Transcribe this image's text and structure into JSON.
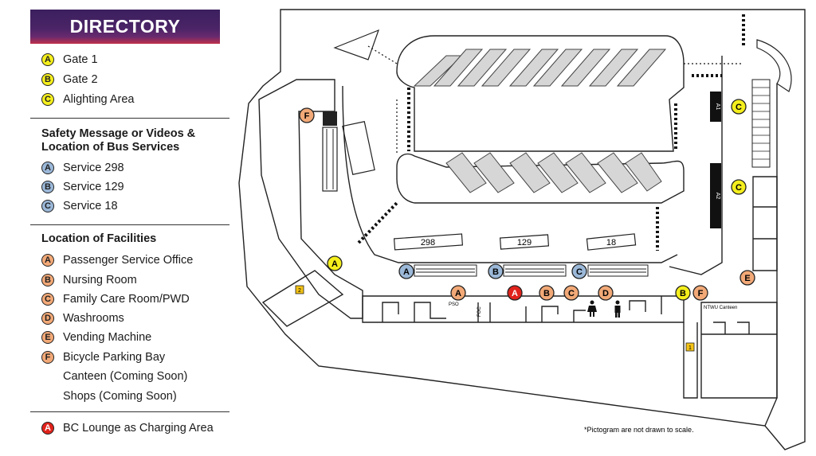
{
  "legend": {
    "title": "DIRECTORY",
    "gates": [
      {
        "letter": "A",
        "label": "Gate 1"
      },
      {
        "letter": "B",
        "label": "Gate 2"
      },
      {
        "letter": "C",
        "label": "Alighting Area"
      }
    ],
    "bus_header": [
      "Safety Message or Videos &",
      "Location of Bus Services"
    ],
    "services": [
      {
        "letter": "A",
        "label": "Service 298"
      },
      {
        "letter": "B",
        "label": "Service 129"
      },
      {
        "letter": "C",
        "label": "Service 18"
      }
    ],
    "facilities_header": "Location of Facilities",
    "facilities": [
      {
        "letter": "A",
        "label": "Passenger Service Office"
      },
      {
        "letter": "B",
        "label": "Nursing Room"
      },
      {
        "letter": "C",
        "label": "Family Care Room/PWD"
      },
      {
        "letter": "D",
        "label": "Washrooms"
      },
      {
        "letter": "E",
        "label": "Vending Machine"
      },
      {
        "letter": "F",
        "label": "Bicycle Parking Bay"
      }
    ],
    "coming_soon": [
      "Canteen (Coming Soon)",
      "Shops (Coming Soon)"
    ],
    "charging": {
      "letter": "A",
      "label": "BC Lounge as Charging Area"
    }
  },
  "map": {
    "bay_labels": [
      "298",
      "129",
      "18"
    ],
    "alighting_labels": [
      "A1",
      "A2"
    ],
    "room_labels": [
      "PSO",
      "FOC",
      "NTWU Canteen"
    ],
    "stair_labels": [
      "2",
      "1"
    ],
    "markers": {
      "gate_a": "A",
      "gate_b": "B",
      "svc_a": "A",
      "svc_b": "B",
      "svc_c": "C",
      "fac_a": "A",
      "fac_b": "B",
      "fac_c": "C",
      "fac_d": "D",
      "fac_e": "E",
      "fac_f_left": "F",
      "fac_f_right": "F",
      "alight_c1": "C",
      "alight_c2": "C",
      "charge_a": "A"
    },
    "footnote": "*Pictogram are not drawn to scale."
  },
  "colors": {
    "gate": "#f4ee1c",
    "service": "#9bb8d8",
    "facility": "#f2a977",
    "charging": "#e0221b",
    "parking_bay": "#d6d6d6",
    "stair": "#f3c316"
  }
}
